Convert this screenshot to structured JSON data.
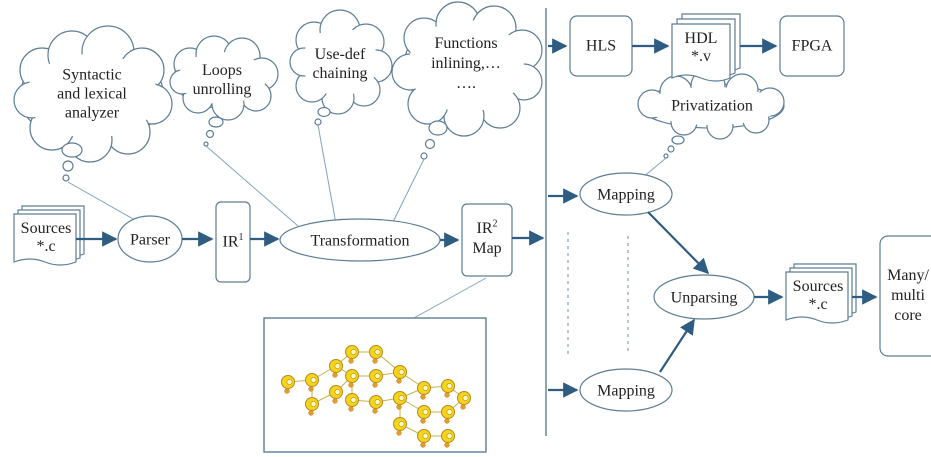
{
  "colors": {
    "stroke": "#5d7d95",
    "arrow": "#2f5d82",
    "fill": "#ffffff",
    "graph_edge": "#c9b24a",
    "node_fill": "#f2d51c",
    "node_ring": "#b98a1c",
    "node_dot": "#e79a2a"
  },
  "clouds": {
    "syntactic": "Syntactic\nand lexical\nanalyzer",
    "loops": "Loops\nunrolling",
    "usedef": "Use-def\nchaining",
    "functions": "Functions\ninlining,…\n….",
    "privatization": "Privatization"
  },
  "sources_in": {
    "line1": "Sources",
    "line2": "*.c"
  },
  "parser": "Parser",
  "ir1": {
    "base": "IR",
    "sup": "1"
  },
  "transformation": "Transformation",
  "ir2": {
    "base": "IR",
    "sup": "2",
    "line2": "Map"
  },
  "hls": "HLS",
  "hdl": {
    "line1": "HDL",
    "line2": "*.v"
  },
  "fpga": "FPGA",
  "mapping_top": "Mapping",
  "mapping_bottom": "Mapping",
  "unparsing": "Unparsing",
  "sources_out": {
    "line1": "Sources",
    "line2": "*.c"
  },
  "manycore": {
    "line1": "Many/",
    "line2": "multi",
    "line3": "core"
  }
}
